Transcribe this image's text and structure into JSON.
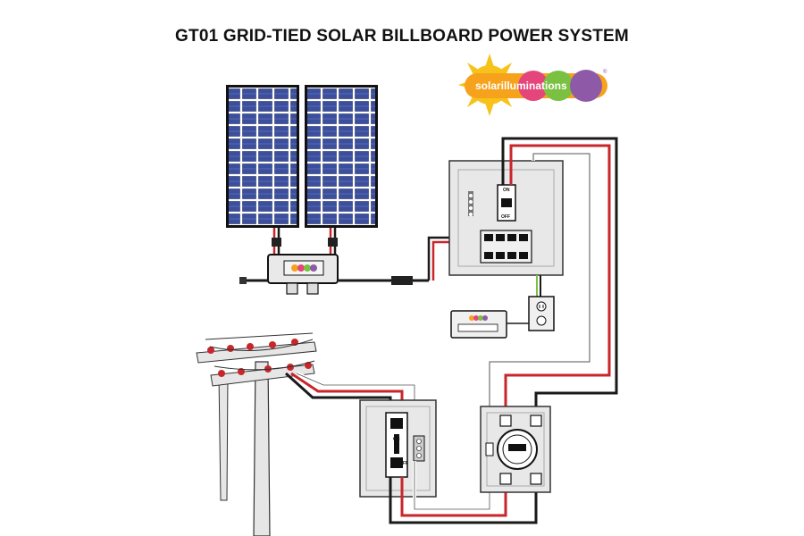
{
  "title": "GT01 GRID-TIED SOLAR BILLBOARD POWER SYSTEM",
  "logo": {
    "brand_text": "solarilluminations",
    "mark": "®",
    "circle_colors": [
      "#f6a21c",
      "#e4457a",
      "#7ac142",
      "#8e5aa8"
    ],
    "sun_color": "#f7c21a"
  },
  "breaker_labels": {
    "on": "ON",
    "off": "OFF"
  },
  "colors": {
    "wire_red": "#c8262b",
    "wire_black": "#1a1a1a",
    "wire_white": "#ffffff",
    "panel_cell": "#3b4f9c",
    "enclosure": "#e8e8e8",
    "pole": "#e6e6e6"
  },
  "icons": [
    "solar-panel-icon",
    "microinverter-icon",
    "breaker-panel-icon",
    "outlet-icon",
    "monitor-icon",
    "utility-pole-icon",
    "disconnect-switch-icon",
    "meter-icon"
  ]
}
